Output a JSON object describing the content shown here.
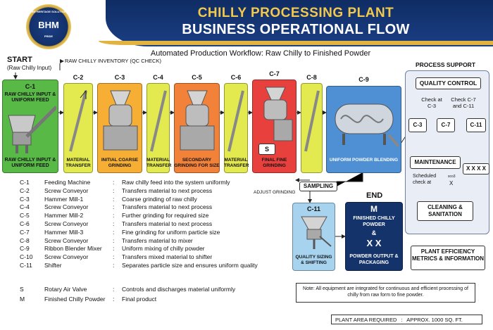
{
  "header": {
    "title_line1": "CHILLY PROCESSING PLANT",
    "title_line2": "BUSINESS OPERATIONAL FLOW",
    "subtitle": "Automated Production Workflow: Raw Chilly to Finished Powder",
    "logo": {
      "initials": "BHM",
      "ring_text": "BHM HERITAGE SOLUTIONS",
      "pride": "PRIDE"
    }
  },
  "start": {
    "label": "START",
    "sub": "(Raw Chilly Input)",
    "inventory": "RAW CHILLY INVENTORY (QC CHECK)"
  },
  "stages": [
    {
      "id": "C-1",
      "top": "RAW CHILLY INPUT & UNIFORM FEED",
      "name": "RAW CHILLY INPUT & UNIFORM FEED",
      "color": "#58b947"
    },
    {
      "id": "C-2",
      "name": "MATERIAL TRANSFER",
      "color": "#e3ea4f"
    },
    {
      "id": "C-3",
      "name": "INITIAL COARSE GRINDING",
      "color": "#f6ae35"
    },
    {
      "id": "C-4",
      "name": "MATERIAL TRANSFER",
      "color": "#e3ea4f"
    },
    {
      "id": "C-5",
      "name": "SECONDARY GRINDING FOR SIZE",
      "color": "#f2823a"
    },
    {
      "id": "C-6",
      "name": "MATERIAL TRANSFER",
      "color": "#e3ea4f"
    },
    {
      "id": "C-7",
      "name": "FINAL FINE GRINDING",
      "color": "#e8413d",
      "valve": "S"
    },
    {
      "id": "C-8",
      "name": "",
      "color": "#e3ea4f"
    },
    {
      "id": "C-9",
      "name": "UNIFORM POWDER BLENDING",
      "color": "#4f8fd3"
    }
  ],
  "sampling": {
    "label": "SAMPLING",
    "adjust": "ADJUST GRINDING"
  },
  "shifting": {
    "id": "C-11",
    "name": "QUALITY SIZING & SHIFTING"
  },
  "end": {
    "label": "END",
    "m": "M",
    "line1": "FINISHED CHILLY POWDER",
    "amp": "&",
    "xx": "X X",
    "line2": "POWDER OUTPUT & PACKAGING"
  },
  "process_support": {
    "title": "PROCESS SUPPORT",
    "quality_control": "QUALITY CONTROL",
    "check_a": "Check at C-3",
    "check_b": "Check C-7 and C-11",
    "points": [
      "C-3",
      "C-7",
      "C-11"
    ],
    "maintenance": "MAINTENANCE",
    "xxxx": "X X X X",
    "scheduled": "Scheduled check at",
    "x_code": "sco3",
    "x_mark": "X",
    "cleaning": "CLEANING & SANITATION"
  },
  "efficiency": "PLANT EFFICIENCY METRICS & INFORMATION",
  "legend": [
    {
      "code": "C-1",
      "equip": "Feeding Machine",
      "desc": "Raw chilly feed into the system uniformly"
    },
    {
      "code": "C-2",
      "equip": "Screw Conveyor",
      "desc": "Transfers material to next process"
    },
    {
      "code": "C-3",
      "equip": "Hammer Mill-1",
      "desc": "Coarse grinding of raw chilly"
    },
    {
      "code": "C-4",
      "equip": "Screw Conveyor",
      "desc": "Transfers material to next process"
    },
    {
      "code": "C-5",
      "equip": "Hammer Mill-2",
      "desc": "Further grinding for required size"
    },
    {
      "code": "C-6",
      "equip": "Screw Conveyor",
      "desc": "Transfers material to next process"
    },
    {
      "code": "C-7",
      "equip": "Hammer Mill-3",
      "desc": "Fine grinding for uniform particle size"
    },
    {
      "code": "C-8",
      "equip": "Screw Conveyor",
      "desc": "Transfers material to mixer"
    },
    {
      "code": "C-9",
      "equip": "Ribbon Blender Mixer",
      "desc": "Uniform mixing of chilly powder"
    },
    {
      "code": "C-10",
      "equip": "Screw Conveyor",
      "desc": "Transfers mixed material to shifter"
    },
    {
      "code": "C-11",
      "equip": "Shifter",
      "desc": "Separates particle size and ensures uniform quality"
    }
  ],
  "legend_extra": [
    {
      "code": "S",
      "equip": "Rotary Air Valve",
      "desc": "Controls and discharges material uniformly"
    },
    {
      "code": "M",
      "equip": "Finished Chilly Powder",
      "desc": "Final product"
    }
  ],
  "legend_colon": ":",
  "note": "Note: All equipment are integrated for continuous and efficient processing of chilly from raw form to fine powder.",
  "area": {
    "label": "PLANT AREA REQUIRED",
    "colon": ":",
    "value": "APPROX. 1000 SQ. FT."
  }
}
